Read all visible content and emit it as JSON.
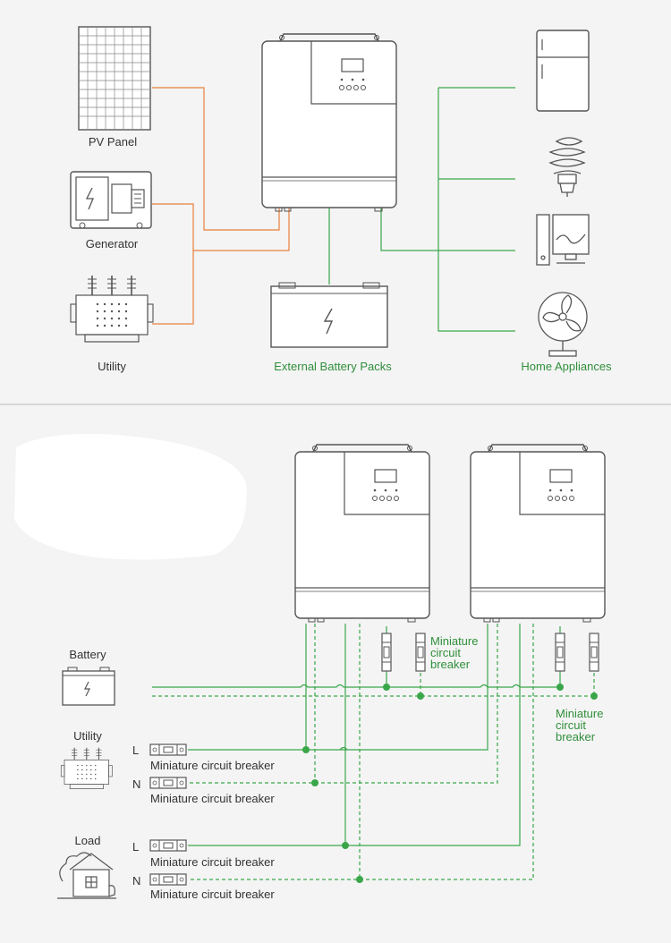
{
  "top": {
    "pv_panel": "PV Panel",
    "generator": "Generator",
    "utility": "Utility",
    "battery_packs": "External Battery Packs",
    "home_appliances": "Home Appliances"
  },
  "bottom": {
    "battery": "Battery",
    "utility": "Utility",
    "load": "Load",
    "line_l": "L",
    "line_n": "N",
    "mcb": "Miniature circuit breaker",
    "mcb_stack_1": [
      "Miniature",
      "circuit",
      "breaker"
    ],
    "mcb_stack_2": [
      "Miniature",
      "circuit",
      "breaker"
    ]
  },
  "colors": {
    "orange": "#e8803a",
    "green": "#3aa64a",
    "gray_line": "#555555",
    "background": "#f4f4f4"
  },
  "icons": [
    "solar-panel-icon",
    "generator-icon",
    "utility-pylon-icon",
    "inverter-icon",
    "battery-icon",
    "fridge-icon",
    "bulb-icon",
    "computer-icon",
    "fan-icon",
    "house-icon"
  ]
}
